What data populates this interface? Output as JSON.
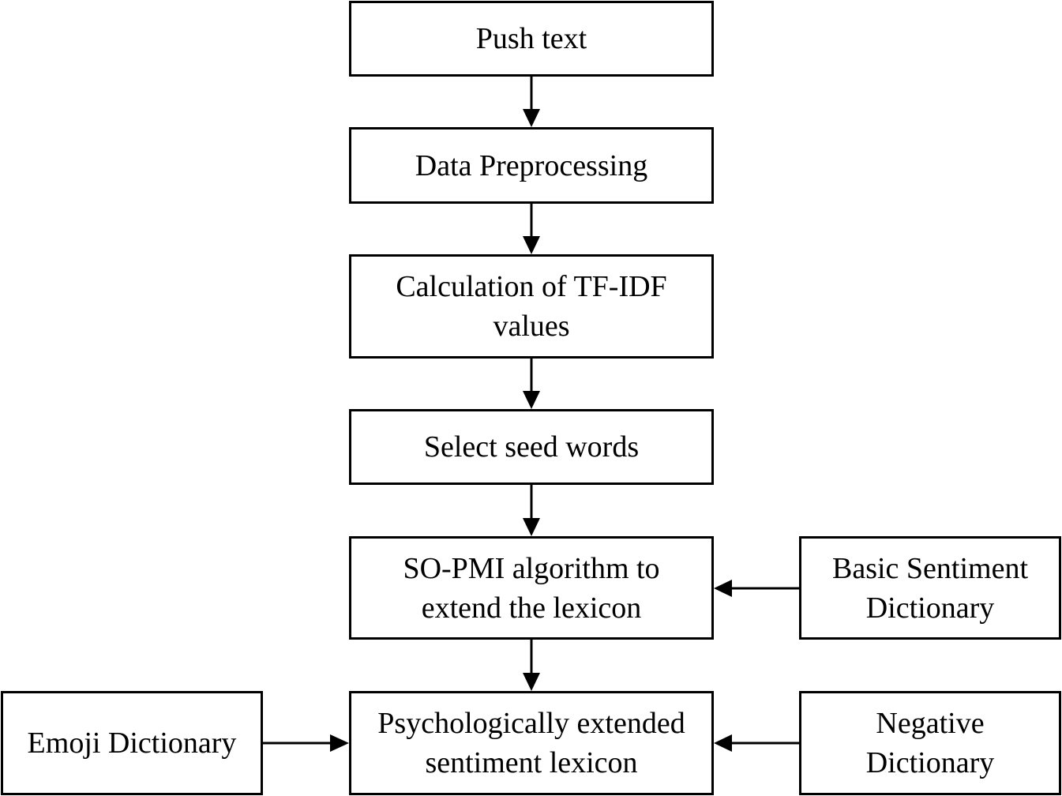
{
  "nodes": {
    "push_text": "Push text",
    "data_preprocessing": "Data Preprocessing",
    "tfidf": "Calculation of TF-IDF\nvalues",
    "seed_words": "Select seed words",
    "so_pmi": "SO-PMI algorithm to\nextend the lexicon",
    "basic_sentiment": "Basic Sentiment\nDictionary",
    "psych_lexicon": "Psychologically extended\nsentiment lexicon",
    "emoji_dictionary": "Emoji Dictionary",
    "negative_dictionary": "Negative\nDictionary"
  },
  "edges": [
    {
      "from": "push_text",
      "to": "data_preprocessing"
    },
    {
      "from": "data_preprocessing",
      "to": "tfidf"
    },
    {
      "from": "tfidf",
      "to": "seed_words"
    },
    {
      "from": "seed_words",
      "to": "so_pmi"
    },
    {
      "from": "basic_sentiment",
      "to": "so_pmi"
    },
    {
      "from": "so_pmi",
      "to": "psych_lexicon"
    },
    {
      "from": "emoji_dictionary",
      "to": "psych_lexicon"
    },
    {
      "from": "negative_dictionary",
      "to": "psych_lexicon"
    }
  ]
}
